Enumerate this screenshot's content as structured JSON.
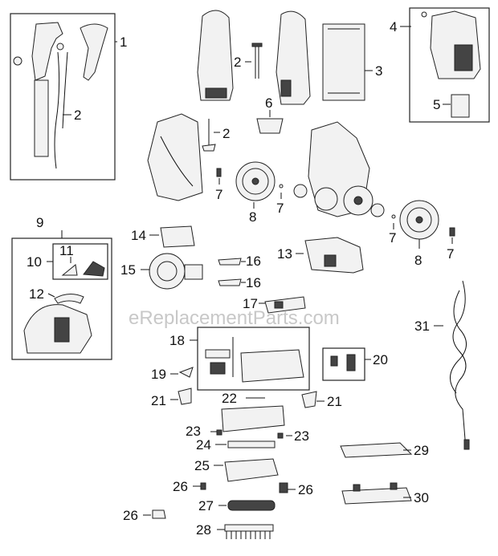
{
  "watermark": "eReplacementParts.com",
  "labels": {
    "l1": "1",
    "l2a": "2",
    "l2b": "2",
    "l2c": "2",
    "l3": "3",
    "l4": "4",
    "l5": "5",
    "l6": "6",
    "l7a": "7",
    "l7b": "7",
    "l7c": "7",
    "l7d": "7",
    "l8a": "8",
    "l8b": "8",
    "l9": "9",
    "l10": "10",
    "l11": "11",
    "l12": "12",
    "l13": "13",
    "l14": "14",
    "l15": "15",
    "l16a": "16",
    "l16b": "16",
    "l17": "17",
    "l18": "18",
    "l19": "19",
    "l20": "20",
    "l21a": "21",
    "l21b": "21",
    "l22": "22",
    "l23a": "23",
    "l23b": "23",
    "l24": "24",
    "l25": "25",
    "l26a": "26",
    "l26b": "26",
    "l26c": "26",
    "l27": "27",
    "l28": "28",
    "l29": "29",
    "l30": "30",
    "l31": "31"
  }
}
